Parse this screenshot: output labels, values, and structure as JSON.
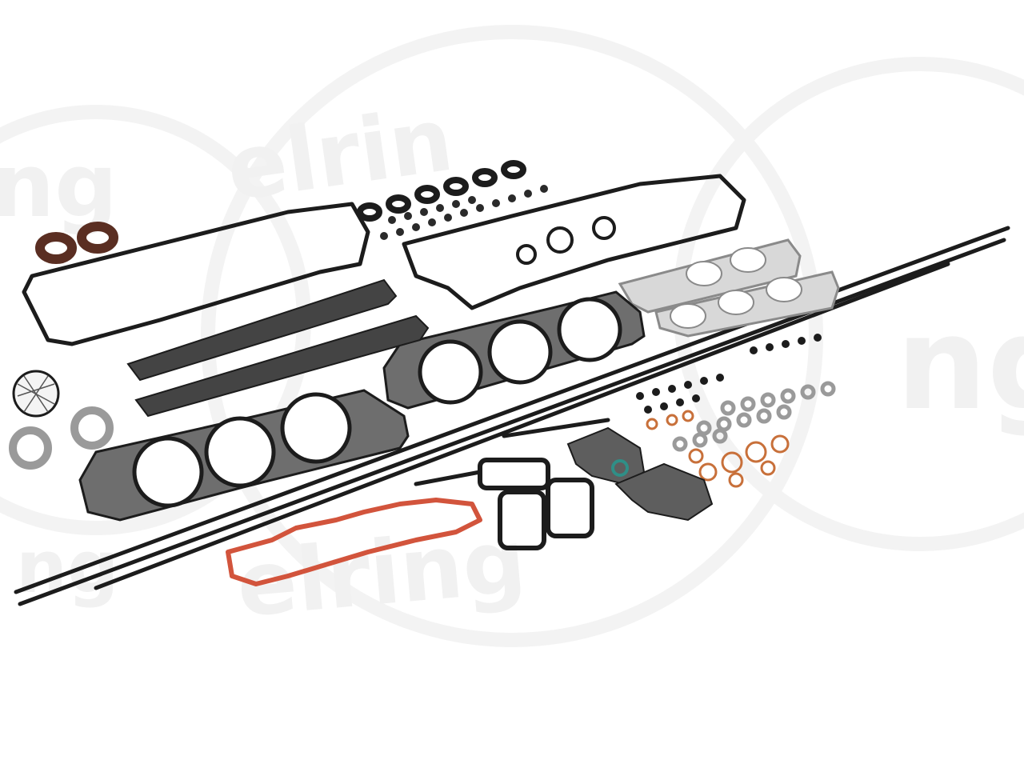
{
  "watermark": {
    "brand": "elring",
    "visible_fragments": [
      "ng",
      "elrin",
      "elring",
      "ng",
      "elring"
    ]
  },
  "product_photo": {
    "description_visible_text": "",
    "colors": {
      "background": "#ffffff",
      "gasket_black": "#1c1c1c",
      "metal_gray": "#8a8a8a",
      "metal_light": "#d8d8d8",
      "rubber_red": "#d2543c",
      "copper": "#c8703a",
      "seal_brown": "#5a2e22",
      "teal_ring": "#2f8f87",
      "watermark": "#f1f1f1"
    }
  }
}
